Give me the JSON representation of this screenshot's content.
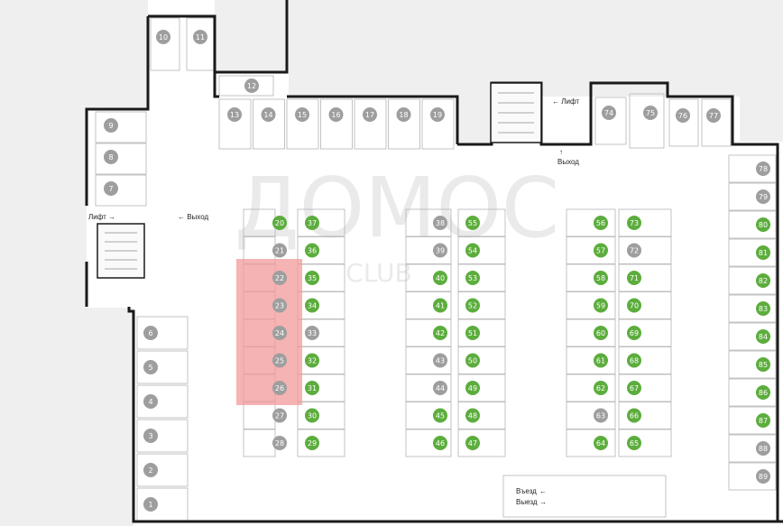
{
  "colors": {
    "available": "#5cad3d",
    "occupied": "#9e9e9e",
    "highlight": "#f29a9a",
    "wall": "#1a1a1a",
    "outside": "#efefef"
  },
  "watermark": {
    "main": "ДОМОС",
    "sub": "CLUB"
  },
  "labels": {
    "lift_left": "Лифт →",
    "exit_left": "← Выход",
    "lift_top": "← Лифт",
    "exit_top": "Выход",
    "entry": "Въезд",
    "departure": "Выезд"
  },
  "spots": [
    {
      "n": "10",
      "s": "occupied"
    },
    {
      "n": "11",
      "s": "occupied"
    },
    {
      "n": "12",
      "s": "occupied"
    },
    {
      "n": "13",
      "s": "occupied"
    },
    {
      "n": "14",
      "s": "occupied"
    },
    {
      "n": "15",
      "s": "occupied"
    },
    {
      "n": "16",
      "s": "occupied"
    },
    {
      "n": "17",
      "s": "occupied"
    },
    {
      "n": "18",
      "s": "occupied"
    },
    {
      "n": "19",
      "s": "occupied"
    },
    {
      "n": "9",
      "s": "occupied"
    },
    {
      "n": "8",
      "s": "occupied"
    },
    {
      "n": "7",
      "s": "occupied"
    },
    {
      "n": "6",
      "s": "occupied"
    },
    {
      "n": "5",
      "s": "occupied"
    },
    {
      "n": "4",
      "s": "occupied"
    },
    {
      "n": "3",
      "s": "occupied"
    },
    {
      "n": "2",
      "s": "occupied"
    },
    {
      "n": "1",
      "s": "occupied"
    },
    {
      "n": "20",
      "s": "available"
    },
    {
      "n": "21",
      "s": "occupied"
    },
    {
      "n": "22",
      "s": "occupied"
    },
    {
      "n": "23",
      "s": "occupied"
    },
    {
      "n": "24",
      "s": "occupied"
    },
    {
      "n": "25",
      "s": "occupied"
    },
    {
      "n": "26",
      "s": "occupied"
    },
    {
      "n": "27",
      "s": "occupied"
    },
    {
      "n": "28",
      "s": "occupied"
    },
    {
      "n": "37",
      "s": "available"
    },
    {
      "n": "36",
      "s": "available"
    },
    {
      "n": "35",
      "s": "available"
    },
    {
      "n": "34",
      "s": "available"
    },
    {
      "n": "33",
      "s": "occupied"
    },
    {
      "n": "32",
      "s": "available"
    },
    {
      "n": "31",
      "s": "available"
    },
    {
      "n": "30",
      "s": "available"
    },
    {
      "n": "29",
      "s": "available"
    },
    {
      "n": "38",
      "s": "occupied"
    },
    {
      "n": "39",
      "s": "occupied"
    },
    {
      "n": "40",
      "s": "available"
    },
    {
      "n": "41",
      "s": "available"
    },
    {
      "n": "42",
      "s": "available"
    },
    {
      "n": "43",
      "s": "occupied"
    },
    {
      "n": "44",
      "s": "occupied"
    },
    {
      "n": "45",
      "s": "available"
    },
    {
      "n": "46",
      "s": "available"
    },
    {
      "n": "55",
      "s": "available"
    },
    {
      "n": "54",
      "s": "available"
    },
    {
      "n": "53",
      "s": "available"
    },
    {
      "n": "52",
      "s": "available"
    },
    {
      "n": "51",
      "s": "available"
    },
    {
      "n": "50",
      "s": "available"
    },
    {
      "n": "49",
      "s": "available"
    },
    {
      "n": "48",
      "s": "available"
    },
    {
      "n": "47",
      "s": "available"
    },
    {
      "n": "56",
      "s": "available"
    },
    {
      "n": "57",
      "s": "available"
    },
    {
      "n": "58",
      "s": "available"
    },
    {
      "n": "59",
      "s": "available"
    },
    {
      "n": "60",
      "s": "available"
    },
    {
      "n": "61",
      "s": "available"
    },
    {
      "n": "62",
      "s": "available"
    },
    {
      "n": "63",
      "s": "occupied"
    },
    {
      "n": "64",
      "s": "available"
    },
    {
      "n": "73",
      "s": "available"
    },
    {
      "n": "72",
      "s": "occupied"
    },
    {
      "n": "71",
      "s": "available"
    },
    {
      "n": "70",
      "s": "available"
    },
    {
      "n": "69",
      "s": "available"
    },
    {
      "n": "68",
      "s": "available"
    },
    {
      "n": "67",
      "s": "available"
    },
    {
      "n": "66",
      "s": "available"
    },
    {
      "n": "65",
      "s": "available"
    },
    {
      "n": "74",
      "s": "occupied"
    },
    {
      "n": "75",
      "s": "occupied"
    },
    {
      "n": "76",
      "s": "occupied"
    },
    {
      "n": "77",
      "s": "occupied"
    },
    {
      "n": "78",
      "s": "occupied"
    },
    {
      "n": "79",
      "s": "occupied"
    },
    {
      "n": "80",
      "s": "available"
    },
    {
      "n": "81",
      "s": "available"
    },
    {
      "n": "82",
      "s": "available"
    },
    {
      "n": "83",
      "s": "available"
    },
    {
      "n": "84",
      "s": "available"
    },
    {
      "n": "85",
      "s": "available"
    },
    {
      "n": "86",
      "s": "available"
    },
    {
      "n": "87",
      "s": "available"
    },
    {
      "n": "88",
      "s": "occupied"
    },
    {
      "n": "89",
      "s": "occupied"
    }
  ]
}
